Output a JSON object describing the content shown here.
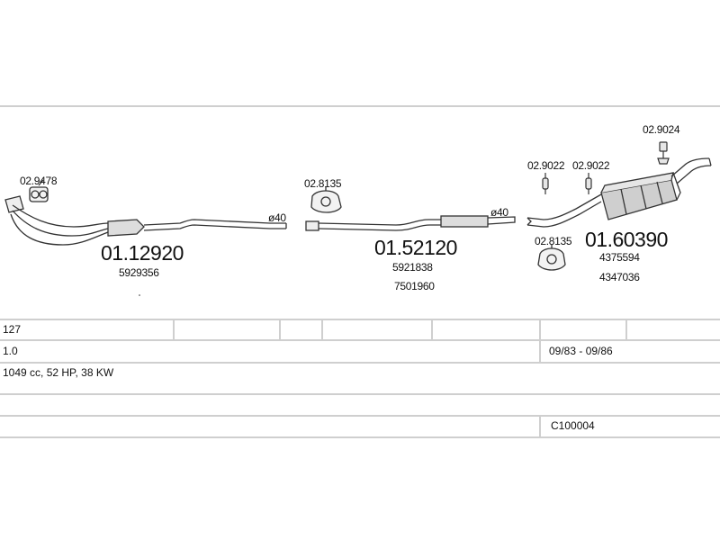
{
  "parts": {
    "part1": {
      "clamp": "02.9478",
      "number": "01.12920",
      "oe": "5929356",
      "diameter": "ø40"
    },
    "part2": {
      "clamp": "02.8135",
      "number": "01.52120",
      "oe1": "5921838",
      "oe2": "7501960",
      "diameter": "ø40"
    },
    "part3": {
      "number": "01.60390",
      "oe1": "4375594",
      "oe2": "4347036",
      "clamp": "02.8135",
      "hanger1": "02.9022",
      "hanger2": "02.9022",
      "hanger3": "02.9024"
    }
  },
  "table": {
    "model": "127",
    "engine": "1.0",
    "period": "09/83 - 09/86",
    "specs": "1049 cc, 52 HP, 38 KW",
    "code": "C100004"
  },
  "icons": {
    "clamp": "clamp-ring-icon",
    "hanger": "rubber-hanger-icon",
    "bolt": "bolt-icon"
  }
}
